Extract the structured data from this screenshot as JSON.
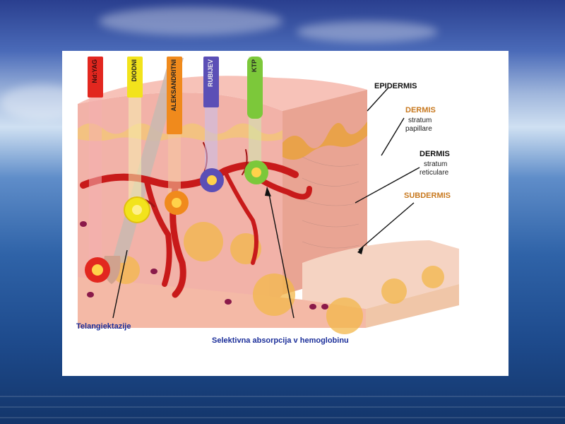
{
  "lasers": [
    {
      "label": "Nd:YAG",
      "color": "#e2271f"
    },
    {
      "label": "DIODNI",
      "color": "#f2e31c"
    },
    {
      "label": "ALEKSANDRITNI",
      "color": "#f08a1c"
    },
    {
      "label": "RUBIJEV",
      "color": "#5b4fb6"
    },
    {
      "label": "KTP",
      "color": "#7cc83a"
    }
  ],
  "layers": {
    "epidermis": "EPIDERMIS",
    "dermis_papillary": {
      "title": "DERMIS",
      "line1": "stratum",
      "line2": "papillare"
    },
    "dermis_reticular": {
      "title": "DERMIS",
      "line1": "stratum",
      "line2": "reticulare"
    },
    "subdermis": "SUBDERMIS"
  },
  "annotations": {
    "telangiectasia": "Telangiektazije",
    "selective_absorption": "Selektivna absorpcija v hemoglobinu"
  }
}
